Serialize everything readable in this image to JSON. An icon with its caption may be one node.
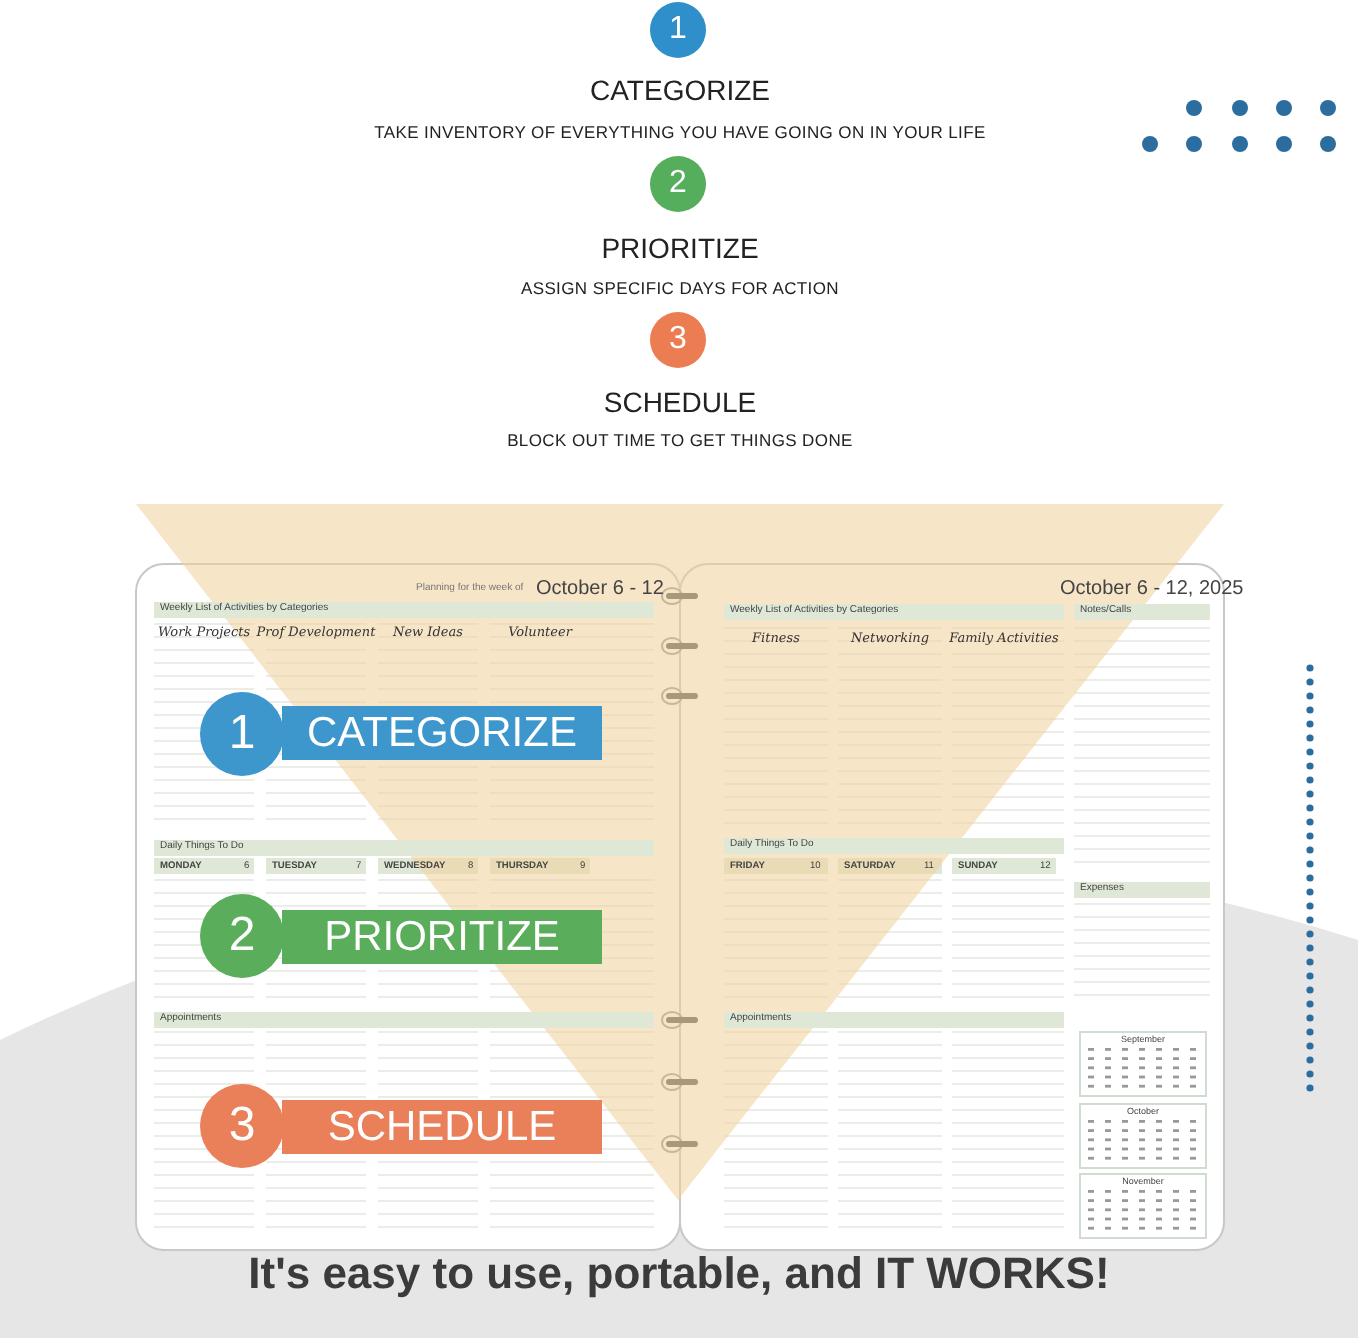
{
  "diagram": {
    "caption": "It's easy to use, portable, and IT WORKS!",
    "nodes": [
      {
        "text": [
          "1"
        ]
      },
      {
        "text": [
          "2"
        ]
      },
      {
        "text": [
          "3"
        ]
      },
      {
        "text": [
          "1"
        ]
      },
      {
        "text": [
          "CATEGORIZE"
        ]
      },
      {
        "text": [
          "2"
        ]
      },
      {
        "text": [
          "PRIORITIZE"
        ]
      },
      {
        "text": [
          "3"
        ]
      },
      {
        "text": [
          "SCHEDULE"
        ]
      }
    ],
    "labels": [
      "CATEGORIZE",
      "TAKE INVENTORY OF EVERYTHING YOU HAVE GOING ON IN YOUR LIFE",
      "PRIORITIZE",
      "ASSIGN SPECIFIC DAYS FOR ACTION",
      "SCHEDULE",
      "BLOCK OUT TIME TO GET THINGS DONE",
      "Planning for the week of",
      "October 6 - 12",
      "Weekly List of Activities by Categories",
      "Work Projects",
      "Prof Development",
      "New Ideas",
      "Volunteer",
      "Daily Things To Do",
      "MONDAY",
      "6",
      "TUESDAY",
      "7",
      "WEDNESDAY",
      "8",
      "THURSDAY",
      "9",
      "Appointments",
      "October 6 - 12, 2025",
      "Weekly List of Activities by Categories",
      "Notes/Calls",
      "Fitness",
      "Networking",
      "Family Activities",
      "Daily Things To Do",
      "FRIDAY",
      "10",
      "SATURDAY",
      "11",
      "SUNDAY",
      "12",
      "Expenses",
      "Appointments",
      "September",
      "October",
      "November"
    ]
  }
}
